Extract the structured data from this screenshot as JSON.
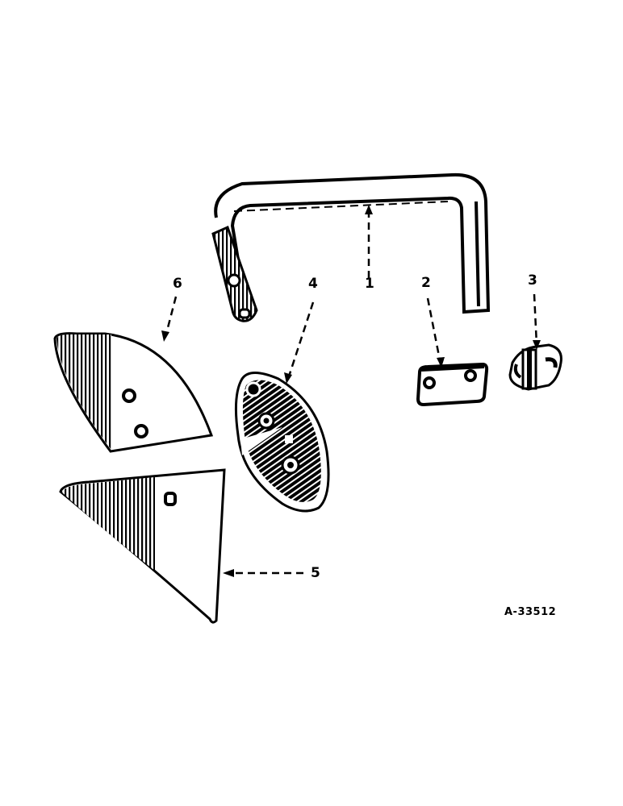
{
  "diagram": {
    "type": "exploded parts illustration",
    "reference_code": "A-33512",
    "callouts": [
      {
        "id": "1",
        "label": "1",
        "part": "U-shaped bar / beam"
      },
      {
        "id": "2",
        "label": "2",
        "part": "rectangular clamp plate with two holes"
      },
      {
        "id": "3",
        "label": "3",
        "part": "clip / bracket"
      },
      {
        "id": "4",
        "label": "4",
        "part": "teardrop-shaped shoe with three holes"
      },
      {
        "id": "5",
        "label": "5",
        "part": "triangular share / blade with one hole"
      },
      {
        "id": "6",
        "label": "6",
        "part": "quarter-round share / blade with two holes"
      }
    ],
    "colors": {
      "ink": "#000000",
      "paper": "#ffffff"
    }
  }
}
